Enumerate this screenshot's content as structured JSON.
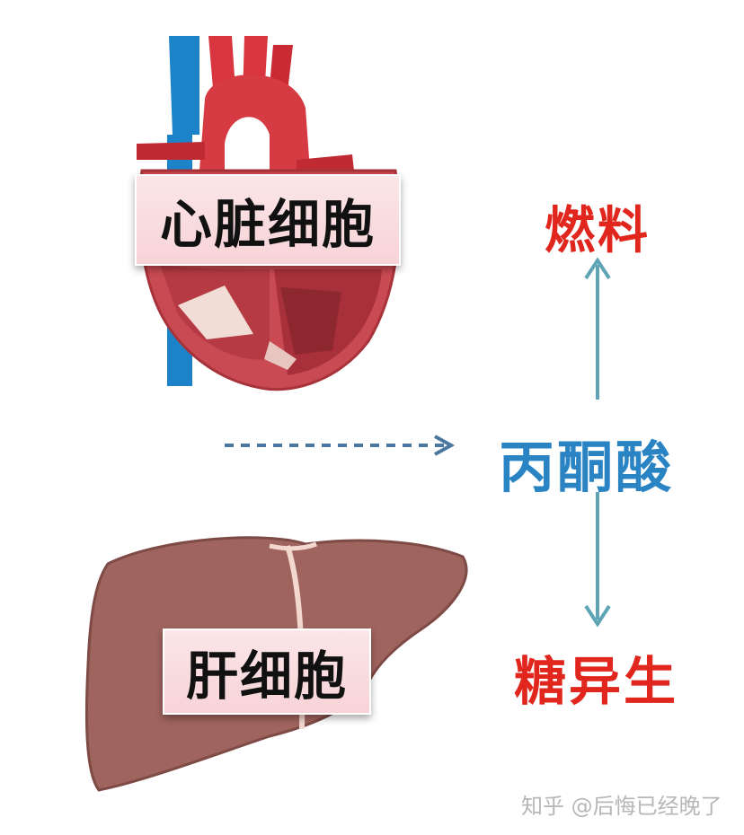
{
  "diagram": {
    "heart_label": "心脏细胞",
    "liver_label": "肝细胞",
    "pyruvate": "丙酮酸",
    "fuel": "燃料",
    "gluconeogenesis": "糖异生"
  },
  "watermark": "知乎 @后悔已经晚了",
  "colors": {
    "red_text": "#e0261d",
    "blue_text": "#2a84c4",
    "arrow_teal": "#5ea4b5",
    "dashed_arrow": "#4a78a0",
    "liver": "#a0645e"
  },
  "icons": [
    "heart-illustration",
    "liver-illustration",
    "dashed-arrow-right",
    "arrow-up",
    "arrow-down"
  ]
}
